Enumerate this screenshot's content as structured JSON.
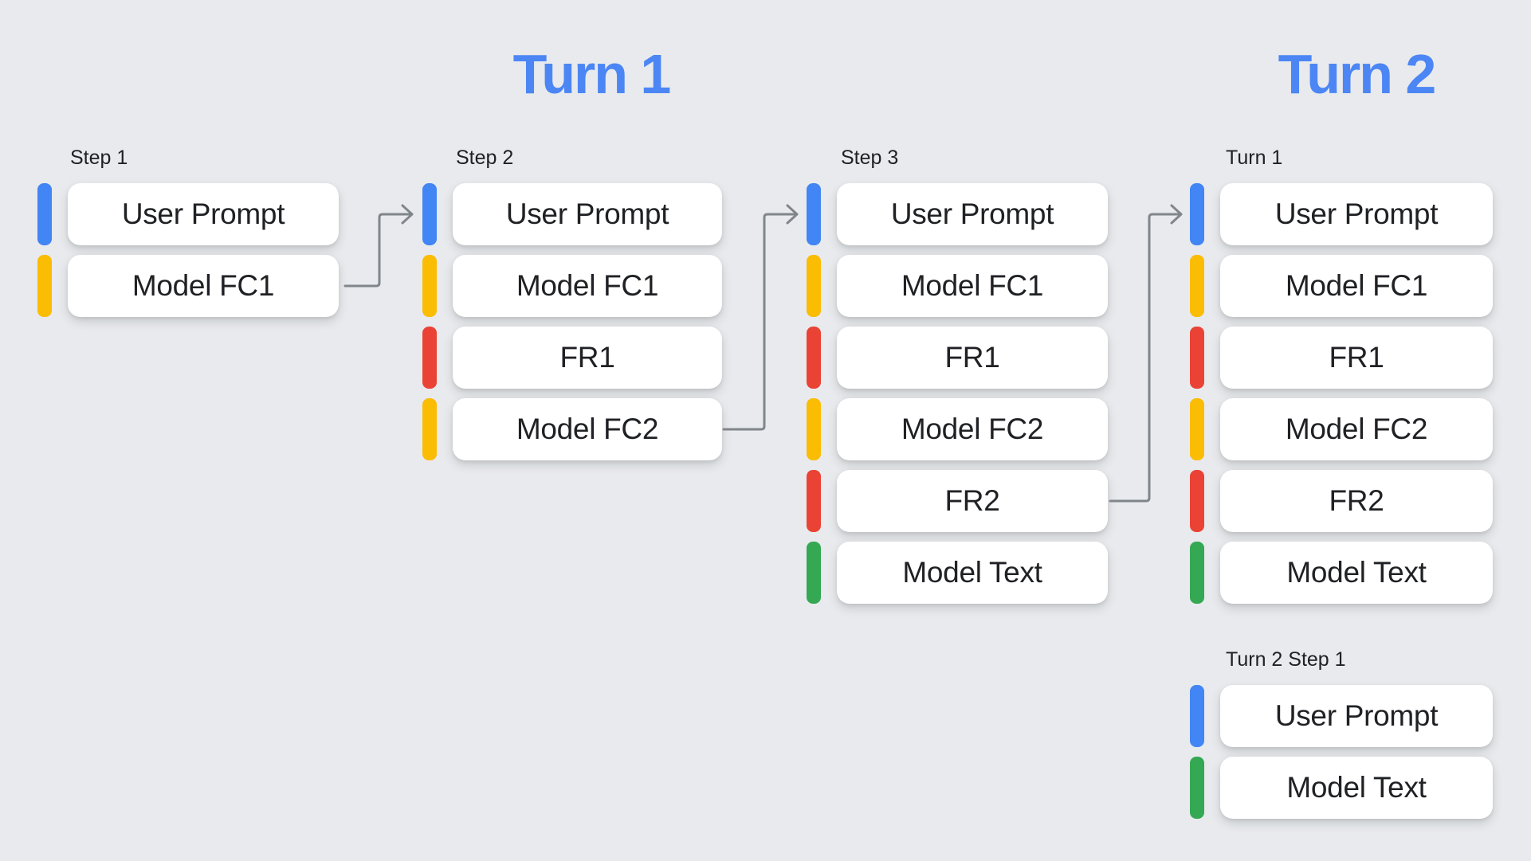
{
  "headings": {
    "turn1": "Turn 1",
    "turn2": "Turn 2"
  },
  "columns": [
    {
      "label": "Step 1",
      "cards": [
        {
          "text": "User Prompt",
          "color": "blue"
        },
        {
          "text": "Model FC1",
          "color": "yellow"
        }
      ]
    },
    {
      "label": "Step 2",
      "cards": [
        {
          "text": "User Prompt",
          "color": "blue"
        },
        {
          "text": "Model FC1",
          "color": "yellow"
        },
        {
          "text": "FR1",
          "color": "red"
        },
        {
          "text": "Model FC2",
          "color": "yellow"
        }
      ]
    },
    {
      "label": "Step 3",
      "cards": [
        {
          "text": "User Prompt",
          "color": "blue"
        },
        {
          "text": "Model FC1",
          "color": "yellow"
        },
        {
          "text": "FR1",
          "color": "red"
        },
        {
          "text": "Model FC2",
          "color": "yellow"
        },
        {
          "text": "FR2",
          "color": "red"
        },
        {
          "text": "Model Text",
          "color": "green"
        }
      ]
    },
    {
      "label": "Turn 1",
      "cards": [
        {
          "text": "User Prompt",
          "color": "blue"
        },
        {
          "text": "Model FC1",
          "color": "yellow"
        },
        {
          "text": "FR1",
          "color": "red"
        },
        {
          "text": "Model FC2",
          "color": "yellow"
        },
        {
          "text": "FR2",
          "color": "red"
        },
        {
          "text": "Model Text",
          "color": "green"
        }
      ]
    },
    {
      "label": "Turn 2 Step 1",
      "cards": [
        {
          "text": "User Prompt",
          "color": "blue"
        },
        {
          "text": "Model Text",
          "color": "green"
        }
      ]
    }
  ],
  "palette": {
    "blue": "#4285F4",
    "yellow": "#FBBC04",
    "red": "#EA4335",
    "green": "#34A853"
  },
  "ui_colors": {
    "background": "#E8EAED",
    "card": "#FFFFFF",
    "text": "#202124",
    "heading": "#4C86F4",
    "arrow": "#80868B"
  }
}
